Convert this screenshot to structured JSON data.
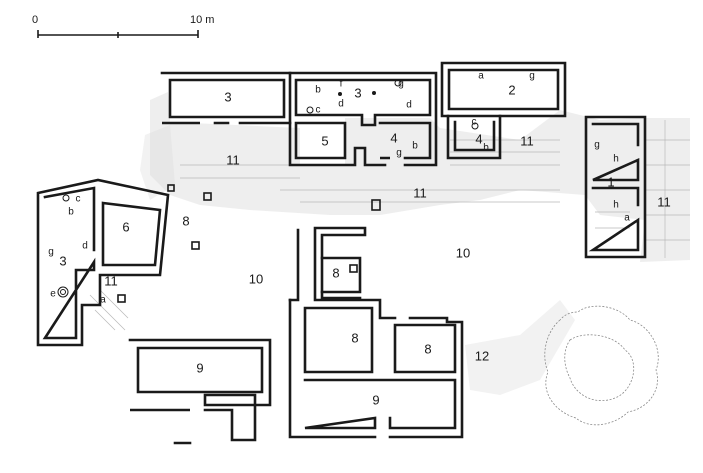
{
  "scale": {
    "start": "0",
    "end": "10 m"
  },
  "labels": {
    "r3a": "3",
    "r3b": "3",
    "r5": "5",
    "r4a": "4",
    "r2": "2",
    "r4b": "4",
    "r11a": "11",
    "r11b": "11",
    "r11c": "11",
    "r11d": "11",
    "r11e": "11",
    "r6": "6",
    "r3c": "3",
    "r8a": "8",
    "r10a": "10",
    "r10b": "10",
    "r8b": "8",
    "r8c": "8",
    "r8d": "8",
    "r9a": "9",
    "r9b": "9",
    "r12": "12",
    "r1": "1",
    "fb1": "b",
    "ff1": "f",
    "fg1": "g",
    "fd1": "d",
    "fd2": "d",
    "fc1": "c",
    "fg2": "g",
    "fb2": "b",
    "fa1": "a",
    "fg3": "g",
    "fc2": "c",
    "fb3": "b",
    "fg4": "g",
    "fh1": "h",
    "fh2": "h",
    "fa2": "a",
    "fc3": "c",
    "fb4": "b",
    "fd3": "d",
    "fg5": "g",
    "fe1": "e",
    "fa3": "a"
  },
  "colors": {
    "ink": "#1a1a1a",
    "stipple": "#d9d9d9",
    "hatch": "#b9b9b9"
  }
}
